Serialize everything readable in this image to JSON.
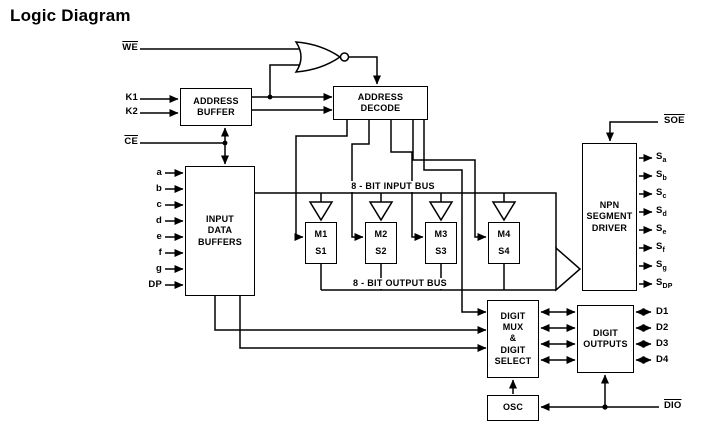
{
  "title": "Logic Diagram",
  "colors": {
    "line": "#000000",
    "background": "#ffffff"
  },
  "blocks": {
    "address_buffer": "ADDRESS\nBUFFER",
    "address_decode": "ADDRESS\nDECODE",
    "input_data_buffers": "INPUT\nDATA\nBUFFERS",
    "m1": "M1\nS1",
    "m2": "M2\nS2",
    "m3": "M3\nS3",
    "m4": "M4\nS4",
    "npn_segment_driver": "NPN\nSEGMENT\nDRIVER",
    "digit_mux_select": "DIGIT\nMUX\n&\nDIGIT\nSELECT",
    "digit_outputs": "DIGIT\nOUTPUTS",
    "osc": "OSC"
  },
  "buses": {
    "input_bus": "8 - BIT INPUT BUS",
    "output_bus": "8 - BIT OUTPUT BUS"
  },
  "signals": {
    "we": "WE",
    "k1": "K1",
    "k2": "K2",
    "ce": "CE",
    "soe": "SOE",
    "dio": "DIO",
    "data_inputs": [
      "a",
      "b",
      "c",
      "d",
      "e",
      "f",
      "g",
      "DP"
    ],
    "segment_outputs": [
      {
        "base": "S",
        "sub": "a"
      },
      {
        "base": "S",
        "sub": "b"
      },
      {
        "base": "S",
        "sub": "c"
      },
      {
        "base": "S",
        "sub": "d"
      },
      {
        "base": "S",
        "sub": "e"
      },
      {
        "base": "S",
        "sub": "f"
      },
      {
        "base": "S",
        "sub": "g"
      },
      {
        "base": "S",
        "sub": "DP"
      }
    ],
    "digit_outputs": [
      "D1",
      "D2",
      "D3",
      "D4"
    ]
  }
}
